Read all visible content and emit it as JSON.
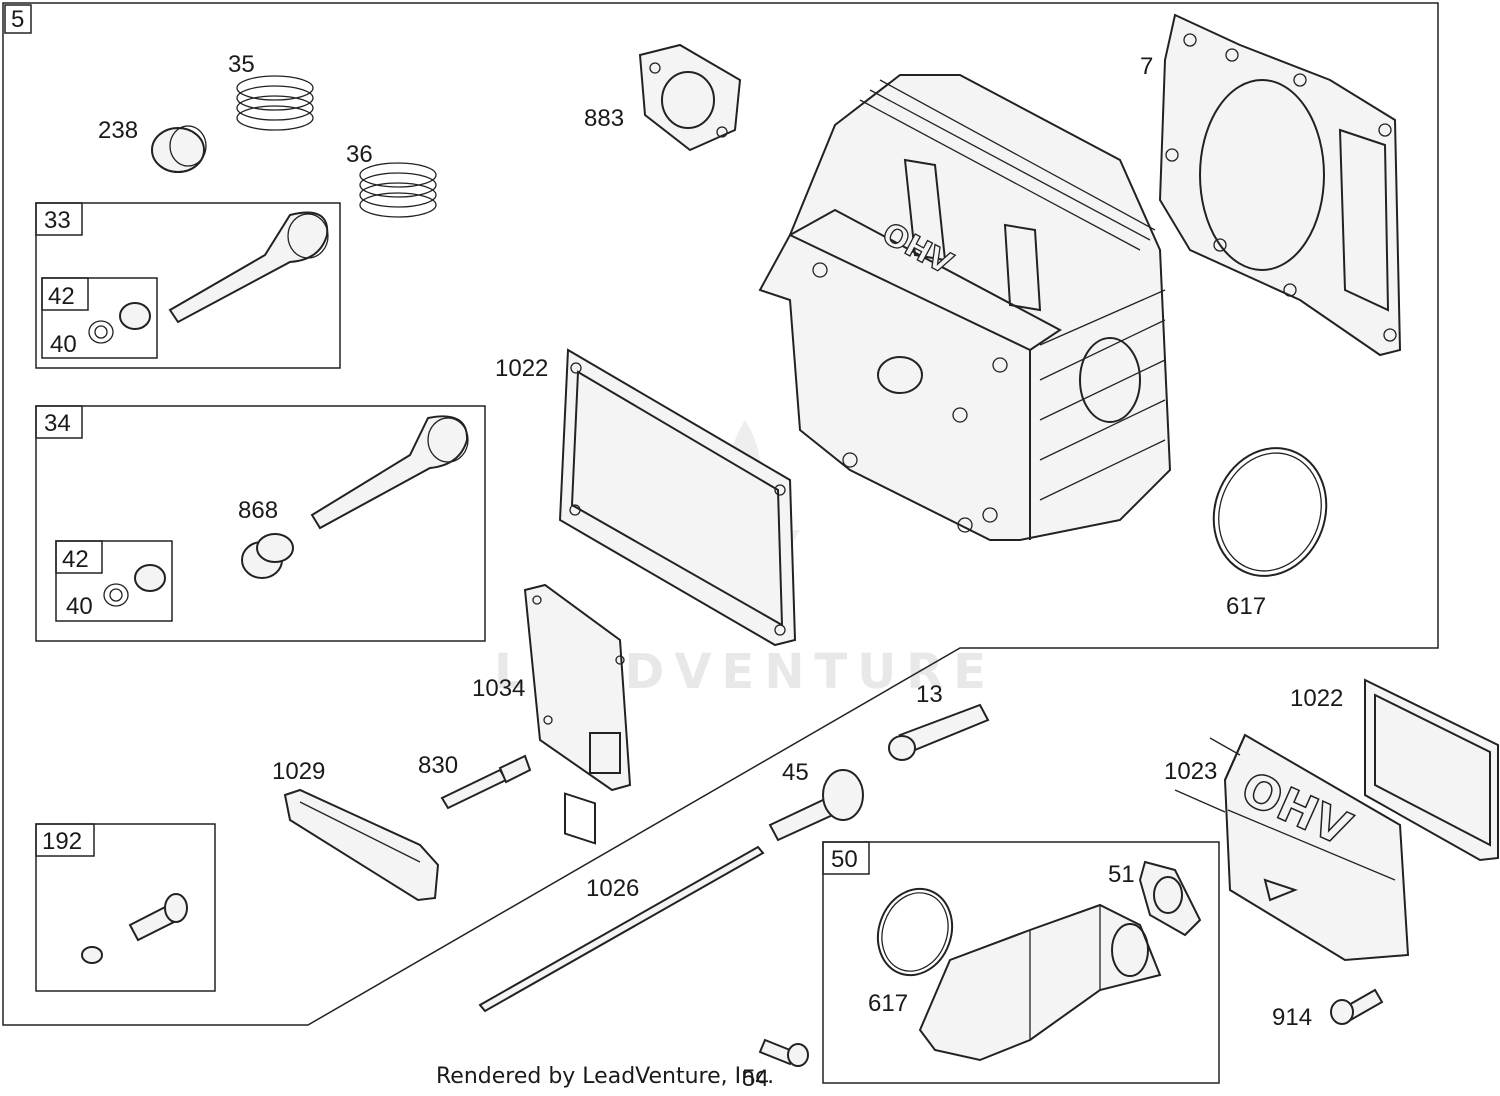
{
  "diagram": {
    "callouts": {
      "c5": "5",
      "c35": "35",
      "c238": "238",
      "c36": "36",
      "c883": "883",
      "c7": "7",
      "c33": "33",
      "c42a": "42",
      "c40a": "40",
      "c1022a": "1022",
      "c34": "34",
      "c868": "868",
      "c42b": "42",
      "c40b": "40",
      "c617a": "617",
      "c1034": "1034",
      "c13": "13",
      "c1022b": "1022",
      "c1029": "1029",
      "c830": "830",
      "c45": "45",
      "c1023": "1023",
      "c192": "192",
      "c50": "50",
      "c51": "51",
      "c1026": "1026",
      "c617b": "617",
      "c914": "914",
      "c54": "54"
    },
    "embossed": {
      "head_text": "OHV",
      "cover_text": "OHV"
    },
    "watermark": "LEADVENTURE",
    "credit": "Rendered by LeadVenture, Inc."
  }
}
